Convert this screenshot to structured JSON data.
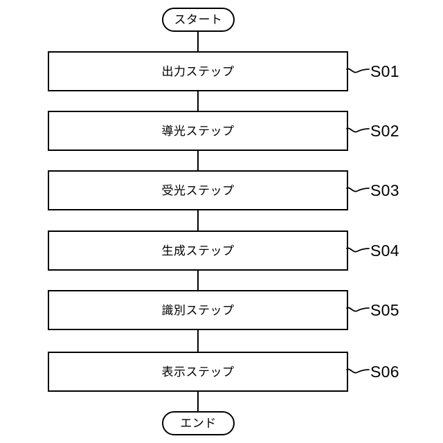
{
  "diagram": {
    "type": "flowchart",
    "orientation": "vertical",
    "background_color": "#ffffff",
    "line_color": "#000000",
    "start_terminal": {
      "label": "スタート",
      "shape": "stadium"
    },
    "end_terminal": {
      "label": "エンド",
      "shape": "stadium"
    },
    "steps": [
      {
        "label": "出力ステップ",
        "code": "S01"
      },
      {
        "label": "導光ステップ",
        "code": "S02"
      },
      {
        "label": "受光ステップ",
        "code": "S03"
      },
      {
        "label": "生成ステップ",
        "code": "S04"
      },
      {
        "label": "識別ステップ",
        "code": "S05"
      },
      {
        "label": "表示ステップ",
        "code": "S06"
      }
    ]
  }
}
